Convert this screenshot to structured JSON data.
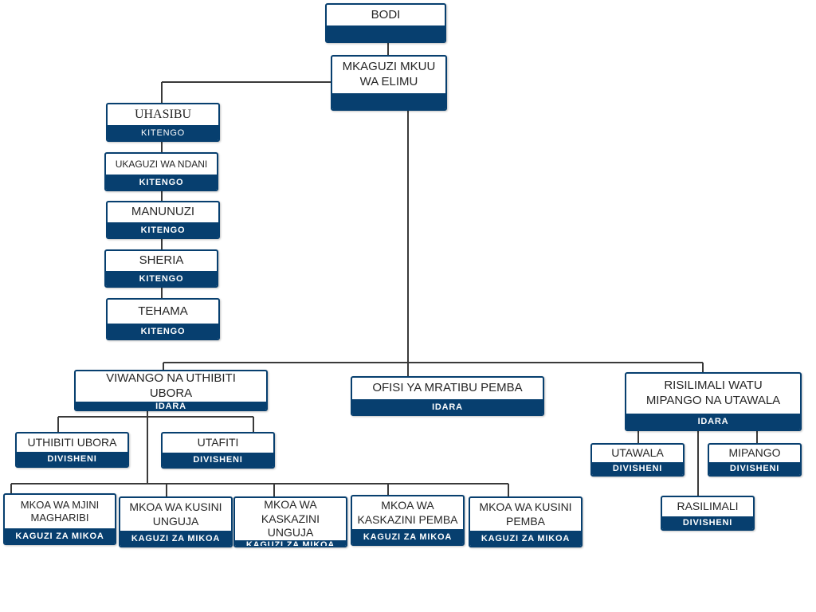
{
  "nodes": {
    "bodi": {
      "title": "BODI",
      "band": ""
    },
    "mkaguzi": {
      "title": "MKAGUZI MKUU WA ELIMU",
      "band": ""
    },
    "uhasibu": {
      "title": "UHASIBU",
      "band": "KITENGO"
    },
    "ukaguzi_ndani": {
      "title": "UKAGUZI WA NDANI",
      "band": "KITENGO"
    },
    "manunuzi": {
      "title": "MANUNUZI",
      "band": "KITENGO"
    },
    "sheria": {
      "title": "SHERIA",
      "band": "KITENGO"
    },
    "tehama": {
      "title": "TEHAMA",
      "band": "KITENGO"
    },
    "viwango": {
      "title": "VIWANGO NA UTHIBITI UBORA",
      "band": "IDARA"
    },
    "ofisi_pemba": {
      "title": "OFISI YA MRATIBU PEMBA",
      "band": "IDARA"
    },
    "rasilimali_watu": {
      "title": "RISILIMALI WATU MIPANGO NA UTAWALA",
      "band": "IDARA"
    },
    "uthibiti": {
      "title": "UTHIBITI UBORA",
      "band": "DIVISHENI"
    },
    "utafiti": {
      "title": "UTAFITI",
      "band": "DIVISHENI"
    },
    "utawala": {
      "title": "UTAWALA",
      "band": "DIVISHENI"
    },
    "mipango": {
      "title": "MIPANGO",
      "band": "DIVISHENI"
    },
    "rasilimali": {
      "title": "RASILIMALI",
      "band": "DIVISHENI"
    },
    "mjini": {
      "title": "MKOA WA MJINI MAGHARIBI",
      "band": "KAGUZI ZA MIKOA"
    },
    "kusini_unguja": {
      "title": "MKOA WA KUSINI UNGUJA",
      "band": "KAGUZI ZA MIKOA"
    },
    "kaskazini_unguja": {
      "title": "MKOA WA KASKAZINI UNGUJA",
      "band": "KAGUZI ZA MIKOA"
    },
    "kaskazini_pemba": {
      "title": "MKOA WA KASKAZINI PEMBA",
      "band": "KAGUZI ZA MIKOA"
    },
    "kusini_pemba": {
      "title": "MKOA WA KUSINI PEMBA",
      "band": "KAGUZI ZA MIKOA"
    }
  },
  "colors": {
    "box_border": "#073f6f",
    "band": "#073f6f",
    "connector": "#3a3a3a",
    "text": "#262626"
  }
}
